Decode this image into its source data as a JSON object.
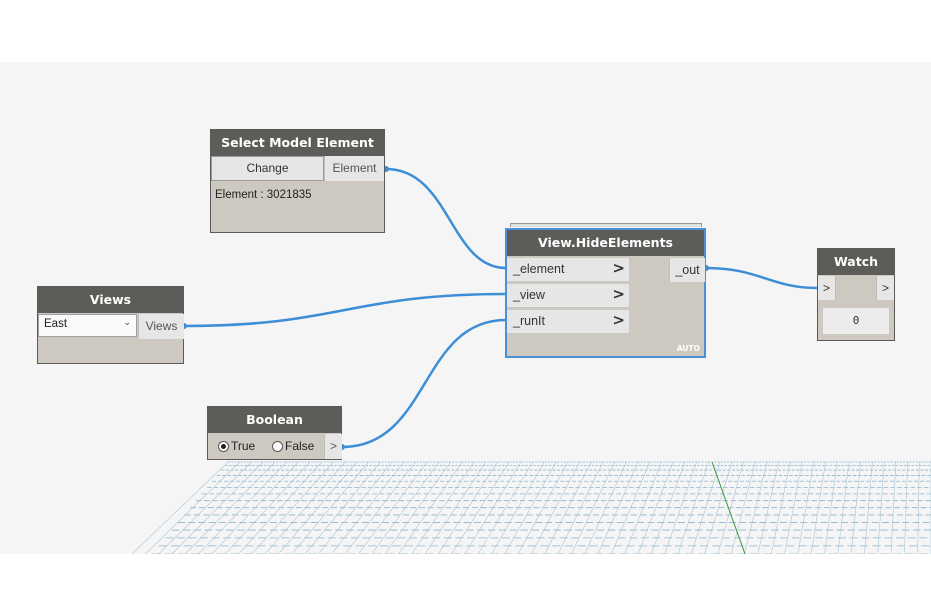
{
  "colors": {
    "wire": "#3d8ed6",
    "header": "#5e5c58",
    "node_body": "#cdc9c1",
    "selection": "#4a90d9"
  },
  "nodes": {
    "select_model_element": {
      "title": "Select Model Element",
      "button_label": "Change",
      "output_label": "Element",
      "value_text": "Element : 3021835"
    },
    "views": {
      "title": "Views",
      "dropdown_value": "East",
      "output_label": "Views"
    },
    "boolean": {
      "title": "Boolean",
      "true_label": "True",
      "false_label": "False",
      "output_label": ">",
      "selected": "True"
    },
    "hide_elements": {
      "title": "View.HideElements",
      "inputs": [
        "_element",
        "_view",
        "_runIt"
      ],
      "output_label": "_out",
      "lacing": "AUTO",
      "input_chevron": ">"
    },
    "watch": {
      "title": "Watch",
      "input_label": ">",
      "output_label": ">",
      "value": "0"
    }
  }
}
